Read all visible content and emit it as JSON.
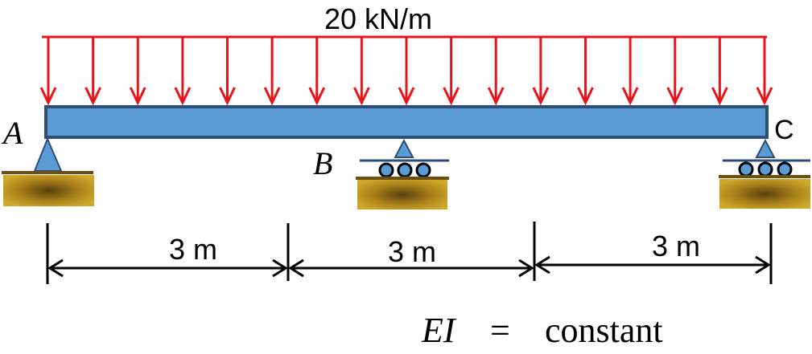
{
  "load": {
    "label": "20 kN/m"
  },
  "points": {
    "a": "A",
    "b": "B",
    "c": "C"
  },
  "spans": [
    {
      "label": "3 m"
    },
    {
      "label": "3 m"
    },
    {
      "label": "3 m"
    }
  ],
  "stiffness": {
    "lhs": "EI",
    "eq": "=",
    "rhs": "constant"
  },
  "colors": {
    "load_red": "#e8141b",
    "beam_fill": "#5b9bd5",
    "beam_stroke": "#2e4f73",
    "support_blue": "#5b9bd5",
    "ground_gold": "#c9a227",
    "ground_dark": "#6b4e12",
    "dimension": "#000000"
  }
}
